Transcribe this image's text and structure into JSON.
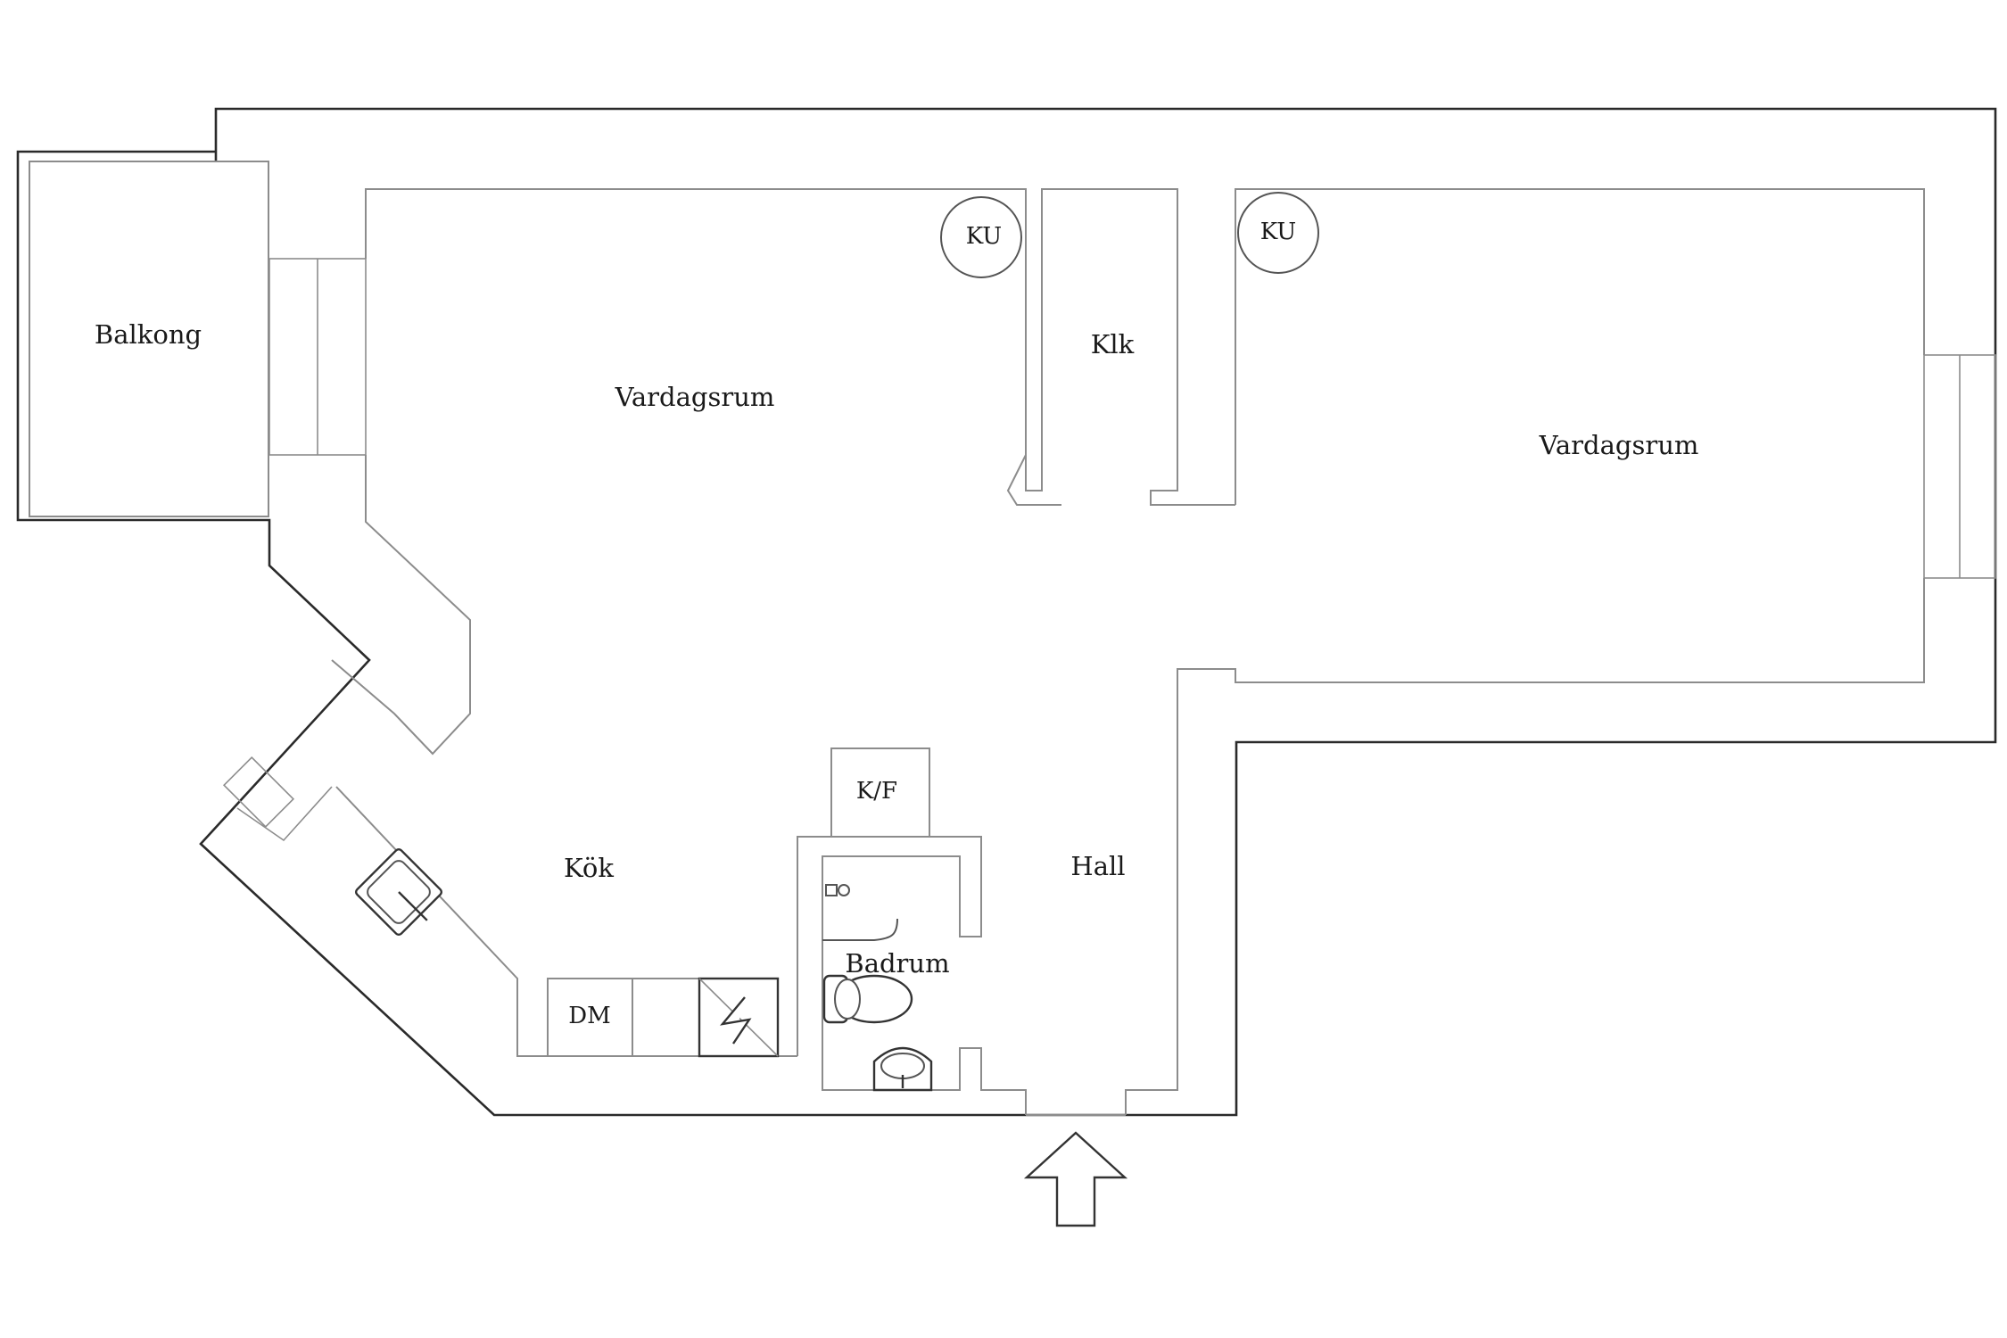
{
  "rooms": {
    "balkong": "Balkong",
    "vardagsrum_left": "Vardagsrum",
    "vardagsrum_right": "Vardagsrum",
    "klk": "Klk",
    "kok": "Kök",
    "hall": "Hall",
    "badrum": "Badrum"
  },
  "fixtures": {
    "ku_left": "KU",
    "ku_right": "KU",
    "kf": "K/F",
    "dm": "DM"
  },
  "icons": {
    "entrance": "arrow-up-icon",
    "sink": "kitchen-sink-icon",
    "stove": "stove-icon",
    "toilet": "toilet-icon",
    "washbasin": "washbasin-icon",
    "shower": "shower-icon"
  }
}
